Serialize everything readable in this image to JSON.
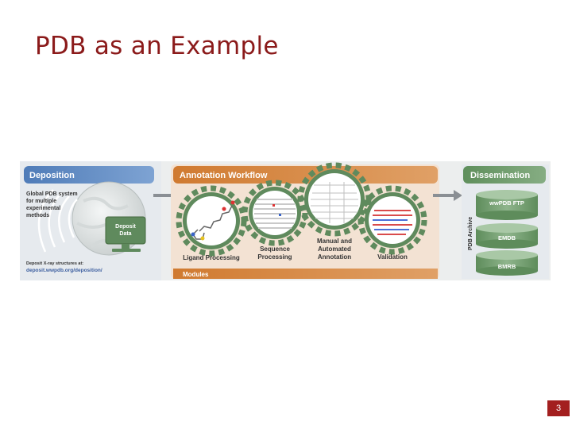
{
  "slide": {
    "title": "PDB as an Example",
    "page_number": "3"
  },
  "figure": {
    "deposition": {
      "header": "Deposition",
      "system_lines": [
        "Global PDB system",
        "for multiple",
        "experimental",
        "methods"
      ],
      "deposit_box": [
        "Deposit",
        "Data"
      ],
      "footer_line1": "Deposit X-ray structures at:",
      "footer_link": "deposit.wwpdb.org/deposition/"
    },
    "annotation": {
      "header": "Annotation Workflow",
      "gears": [
        {
          "label_lines": [
            "Ligand Processing"
          ]
        },
        {
          "label_lines": [
            "Sequence",
            "Processing"
          ]
        },
        {
          "label_lines": [
            "Manual and",
            "Automated",
            "Annotation"
          ]
        },
        {
          "label_lines": [
            "Validation"
          ]
        }
      ],
      "modules": "Modules"
    },
    "dissemination": {
      "header": "Dissemination",
      "archive_label": "PDB Archive",
      "databases": [
        "wwPDB FTP",
        "EMDB",
        "BMRB"
      ]
    },
    "colors": {
      "blue": "#5b87c1",
      "orange": "#d9823b",
      "green": "#6d9a6a",
      "gear": "#5f8a5d",
      "title": "#8b1a1a"
    }
  }
}
